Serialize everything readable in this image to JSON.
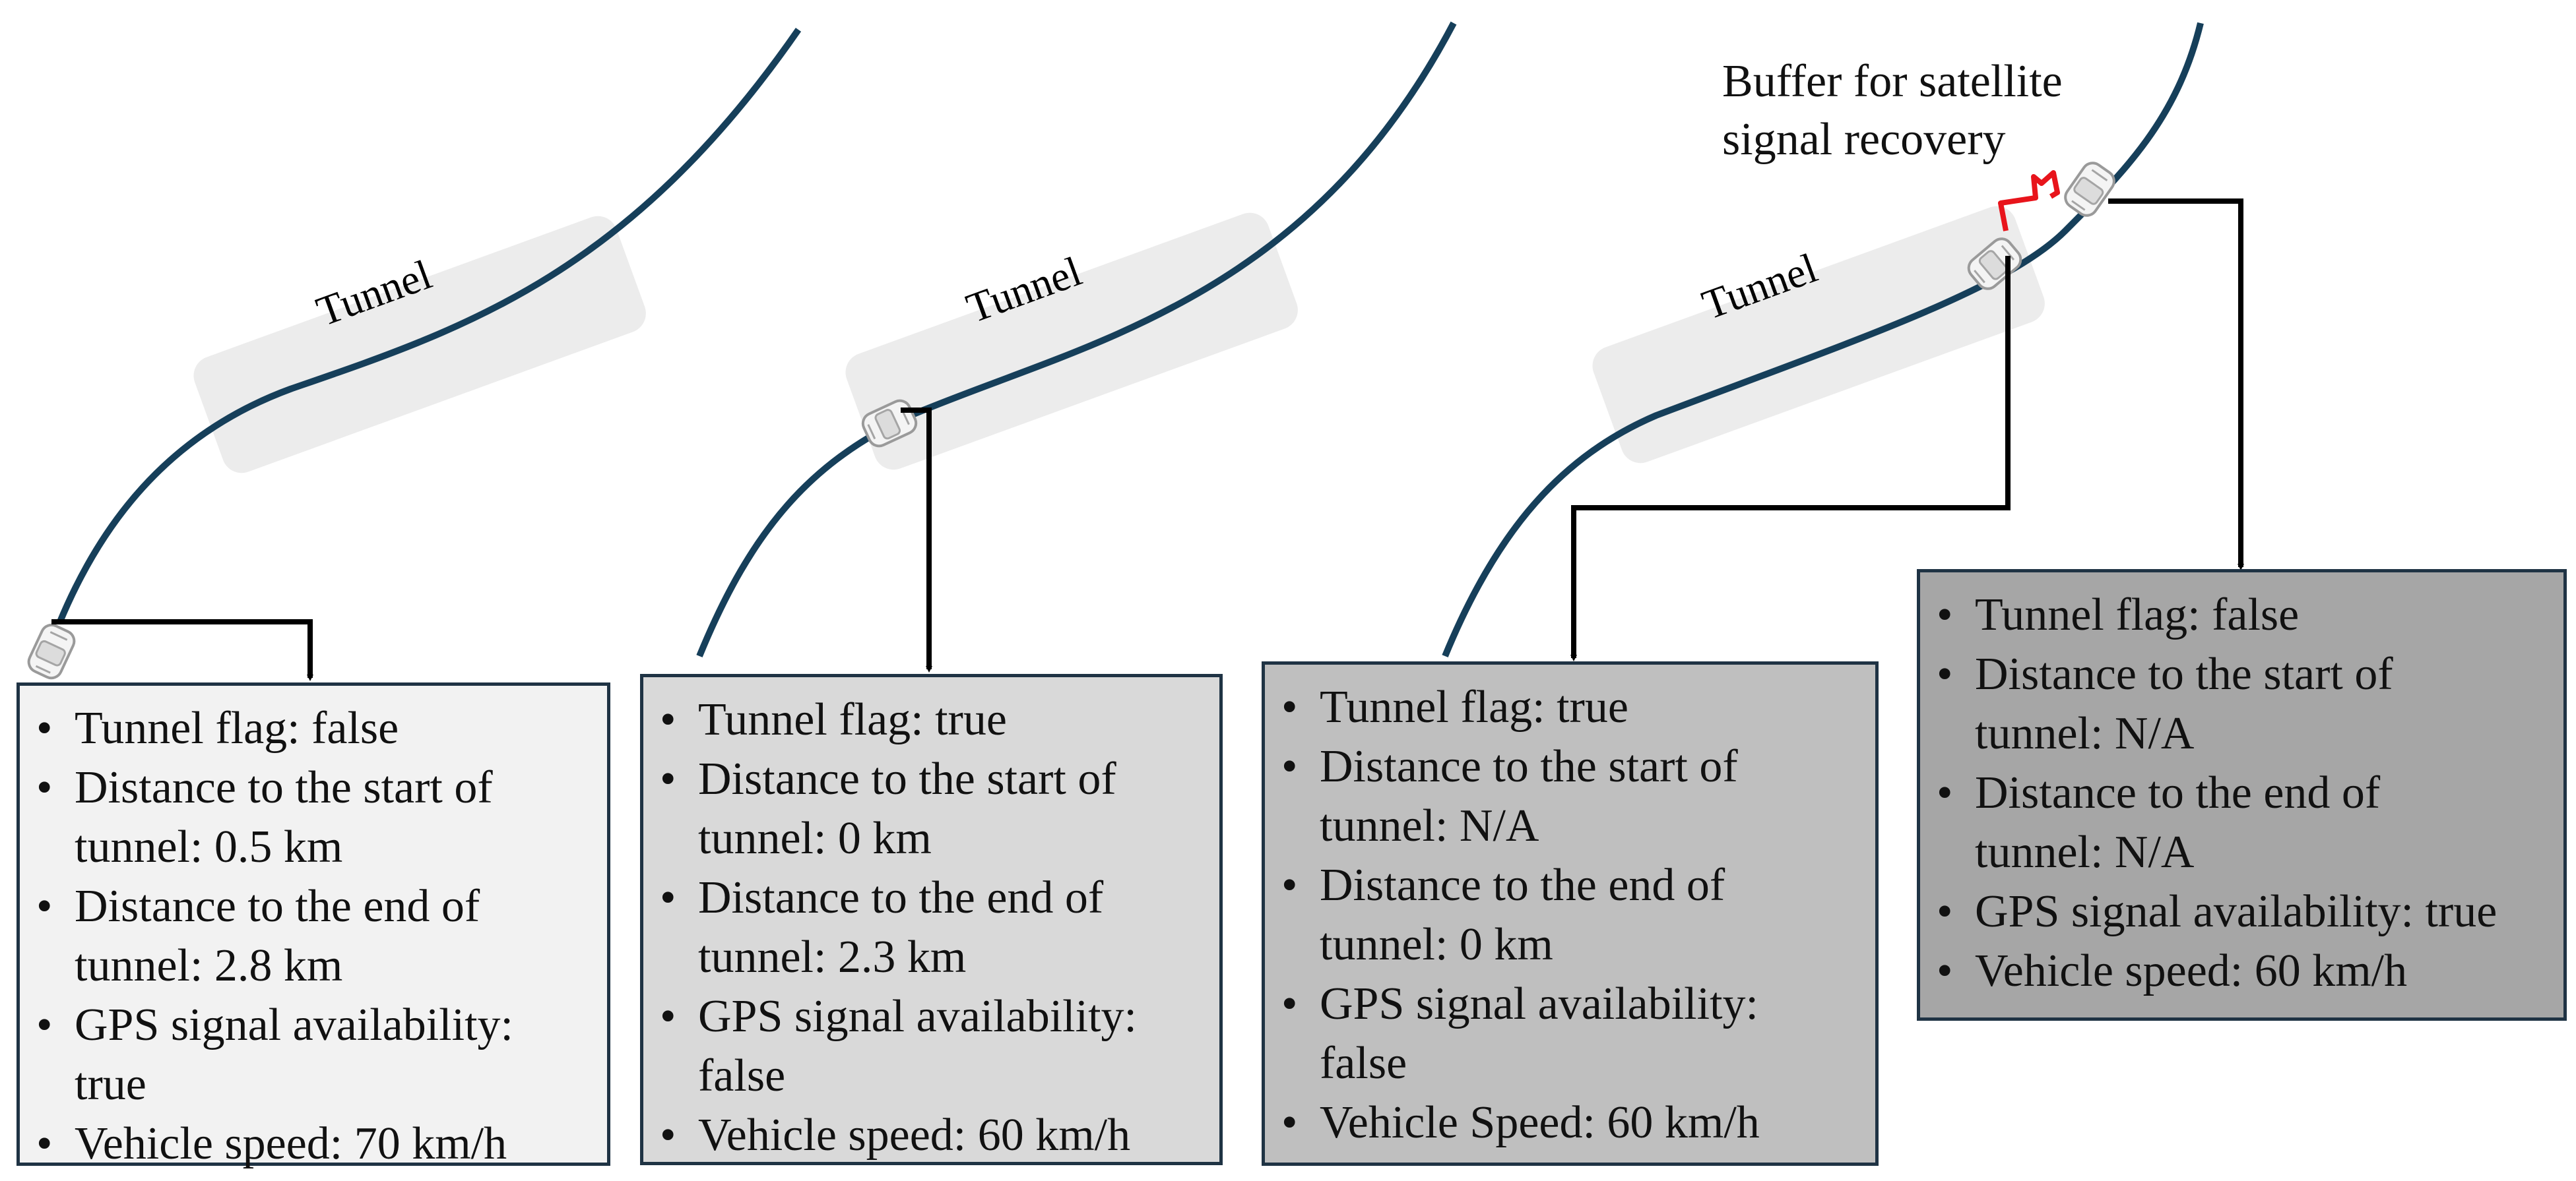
{
  "tunnel_label": "Tunnel",
  "buffer_annotation": {
    "line1": "Buffer for satellite",
    "line2": "signal recovery"
  },
  "colors": {
    "road": "#163f5a",
    "tunnel_area": "#ececec",
    "bracket": "#e8141b",
    "arrow": "#000000",
    "box_border": "#1f3344"
  },
  "icons": [
    "car-icon"
  ],
  "panels": [
    {
      "box_fill": "#f2f2f2",
      "items": [
        {
          "lines": [
            "Tunnel flag: false"
          ]
        },
        {
          "lines": [
            "Distance to the start of",
            "tunnel: 0.5 km"
          ]
        },
        {
          "lines": [
            "Distance to the end of",
            "tunnel: 2.8 km"
          ]
        },
        {
          "lines": [
            "GPS signal availability:",
            "true"
          ]
        },
        {
          "lines": [
            "Vehicle speed: 70 km/h"
          ]
        }
      ]
    },
    {
      "box_fill": "#d9d9d9",
      "items": [
        {
          "lines": [
            "Tunnel flag: true"
          ]
        },
        {
          "lines": [
            "Distance to the start of",
            "tunnel: 0 km"
          ]
        },
        {
          "lines": [
            "Distance to the end of",
            "tunnel: 2.3 km"
          ]
        },
        {
          "lines": [
            "GPS signal availability:",
            "false"
          ]
        },
        {
          "lines": [
            "Vehicle speed: 60 km/h"
          ]
        }
      ]
    },
    {
      "box_fill": "#bfbfbf",
      "items": [
        {
          "lines": [
            "Tunnel flag: true"
          ]
        },
        {
          "lines": [
            "Distance to the start of",
            "tunnel: N/A"
          ]
        },
        {
          "lines": [
            "Distance to the end of",
            "tunnel: 0 km"
          ]
        },
        {
          "lines": [
            "GPS signal availability:",
            "false"
          ]
        },
        {
          "lines": [
            "Vehicle Speed: 60 km/h"
          ]
        }
      ]
    },
    {
      "box_fill": "#a6a6a6",
      "items": [
        {
          "lines": [
            "Tunnel flag: false"
          ]
        },
        {
          "lines": [
            "Distance to the start of",
            "tunnel: N/A"
          ]
        },
        {
          "lines": [
            "Distance to the end of",
            "tunnel: N/A"
          ]
        },
        {
          "lines": [
            "GPS signal availability: true"
          ]
        },
        {
          "lines": [
            "Vehicle speed: 60 km/h"
          ]
        }
      ]
    }
  ]
}
